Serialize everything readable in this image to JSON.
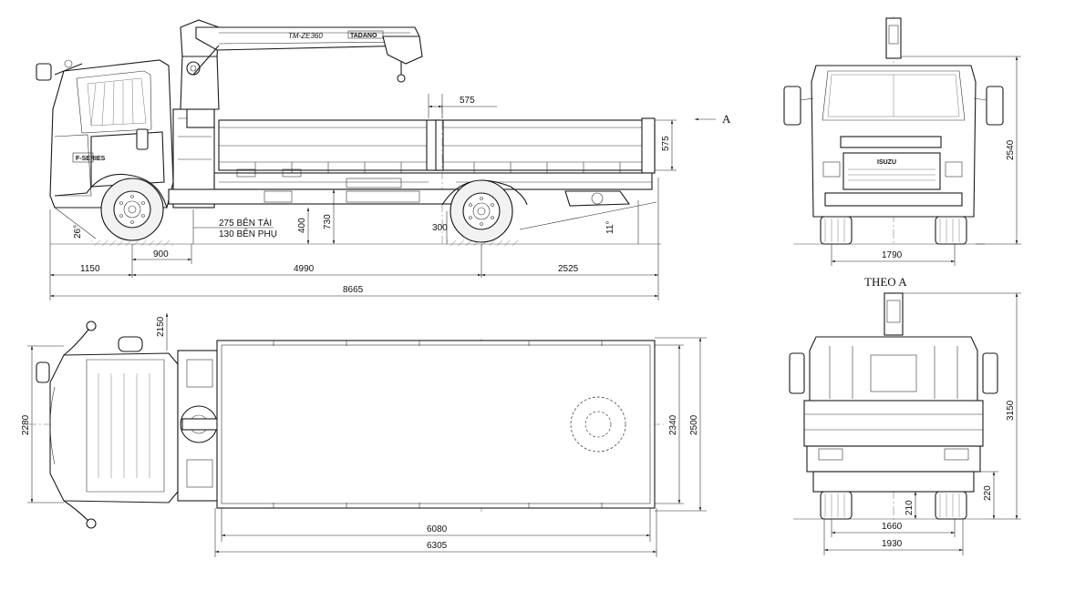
{
  "crane_model": "TM-ZE360",
  "crane_brand": "TADANO",
  "truck_brand": "ISUZU",
  "cab_badge": "F-SERIES",
  "view_label": "THEO A",
  "view_arrow_label": "A",
  "side_view": {
    "dims": {
      "deck_575_h": "575",
      "deck_575_v": "575",
      "angle_front": "26°",
      "angle_rear": "11°",
      "ground_275": "275 BÊN TÀI",
      "ground_130": "130 BÊN PHỤ",
      "h_400": "400",
      "h_730": "730",
      "h_300": "300",
      "front_900": "900",
      "front_overhang": "1150",
      "wheelbase": "4990",
      "rear_overhang": "2525",
      "overall_length": "8665"
    }
  },
  "front_view": {
    "dims": {
      "overall_height": "2540",
      "track_front": "1790"
    }
  },
  "top_view": {
    "dims": {
      "cab_2150": "2150",
      "cab_width": "2280",
      "deck_inner_width": "2340",
      "deck_outer_width": "2500",
      "deck_inner_length": "6080",
      "deck_outer_length": "6305"
    }
  },
  "rear_view": {
    "dims": {
      "overall_height": "3150",
      "h_220": "220",
      "h_210": "210",
      "track_rear": "1660",
      "overall_width": "1930"
    }
  }
}
